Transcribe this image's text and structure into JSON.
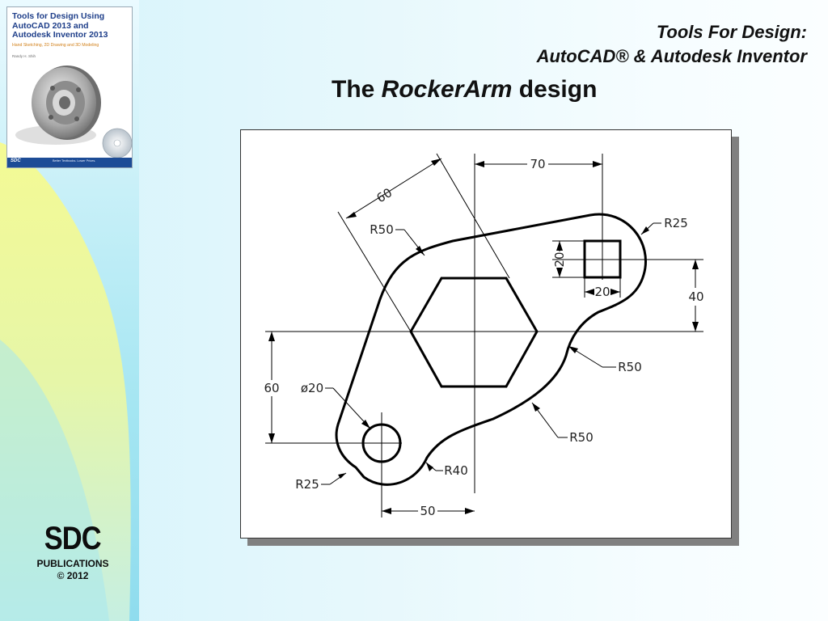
{
  "header": {
    "line1": "Tools For Design:",
    "line2": "AutoCAD® & Autodesk Inventor"
  },
  "title": {
    "prefix": "The ",
    "italic": "RockerArm",
    "suffix": " design"
  },
  "book_cover": {
    "title_line1": "Tools for Design Using",
    "title_line2": "AutoCAD 2013 and",
    "title_line3": "Autodesk Inventor 2013",
    "subtitle": "Hand Sketching, 2D Drawing and 3D Modeling",
    "author": "Randy H. Shih",
    "publisher_logo": "SDC",
    "tagline": "Better Textbooks. Lower Prices."
  },
  "publisher": {
    "logo": "SDC",
    "name": "PUBLICATIONS",
    "copyright": "© 2012"
  },
  "drawing": {
    "dimensions": {
      "top_70": "70",
      "angled_60": "60",
      "r50_top_left": "R50",
      "r25_top_right": "R25",
      "square_height_20": "20",
      "square_width_20": "20",
      "right_40": "40",
      "r50_right": "R50",
      "left_60": "60",
      "diameter_20": "ø20",
      "r50_bottom": "R50",
      "r40": "R40",
      "r25_bottom_left": "R25",
      "bottom_50": "50"
    }
  },
  "colors": {
    "heading_text": "#111111",
    "sidebar_swoosh": "#f1f98e",
    "drawing_line": "#000000",
    "frame_shadow": "#808080"
  }
}
